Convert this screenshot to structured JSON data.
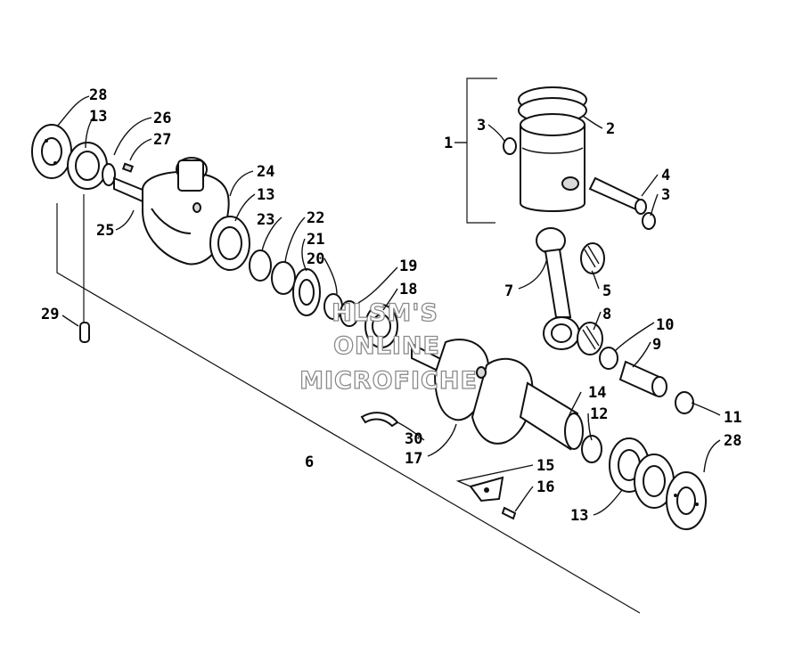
{
  "diagram": {
    "callouts": [
      "28",
      "13",
      "26",
      "27",
      "24",
      "13",
      "25",
      "23",
      "22",
      "21",
      "20",
      "19",
      "18",
      "29",
      "1",
      "2",
      "3",
      "4",
      "3",
      "7",
      "5",
      "8",
      "10",
      "9",
      "14",
      "12",
      "11",
      "28",
      "30",
      "17",
      "15",
      "16",
      "13",
      "6"
    ]
  },
  "watermark": {
    "line1": "HLSM'S",
    "line2": "ONLINE",
    "line3": "MICROFICHE"
  },
  "colors": {
    "ink": "#111111",
    "paper": "#ffffff",
    "watermark_outline": "#8a8a8a"
  }
}
